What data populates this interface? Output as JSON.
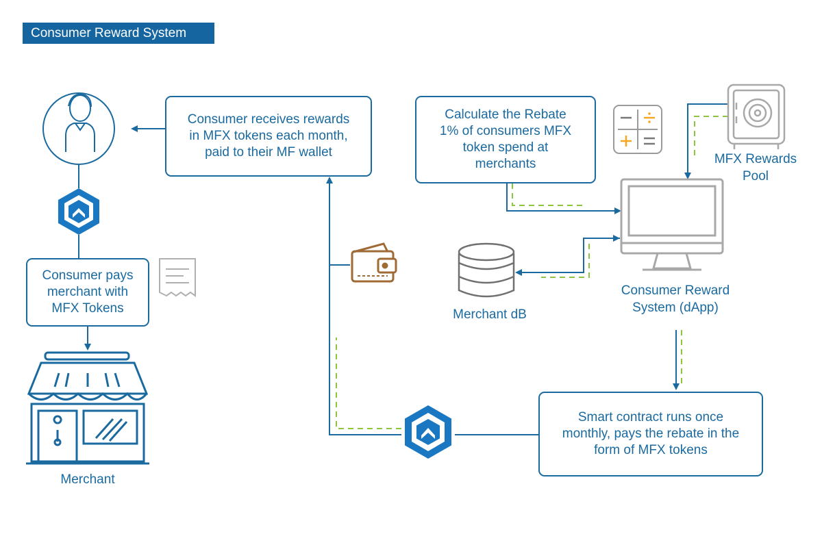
{
  "title": "Consumer Reward System",
  "boxes": {
    "rewards": "Consumer receives rewards\nin MFX tokens each month,\npaid to their MF wallet",
    "rebate": "Calculate the Rebate\n1% of consumers MFX\ntoken spend at\nmerchants",
    "pays": "Consumer pays\nmerchant with\nMFX Tokens",
    "smart": "Smart contract runs once\nmonthly, pays the rebate in the\nform of MFX tokens"
  },
  "labels": {
    "pool": "MFX Rewards\nPool",
    "dapp": "Consumer Reward\nSystem (dApp)",
    "db": "Merchant dB",
    "merchant": "Merchant"
  },
  "colors": {
    "primary": "#1a6aa0",
    "token": "#1a78c2",
    "dashed": "#8cc63f",
    "wallet": "#a06a35",
    "icon_gray": "#a8a8a8",
    "calc_orange": "#f5a623"
  },
  "icons": [
    "user-icon",
    "token-icon",
    "receipt-icon",
    "store-icon",
    "wallet-icon",
    "calculator-icon",
    "safe-icon",
    "monitor-icon",
    "database-icon"
  ]
}
